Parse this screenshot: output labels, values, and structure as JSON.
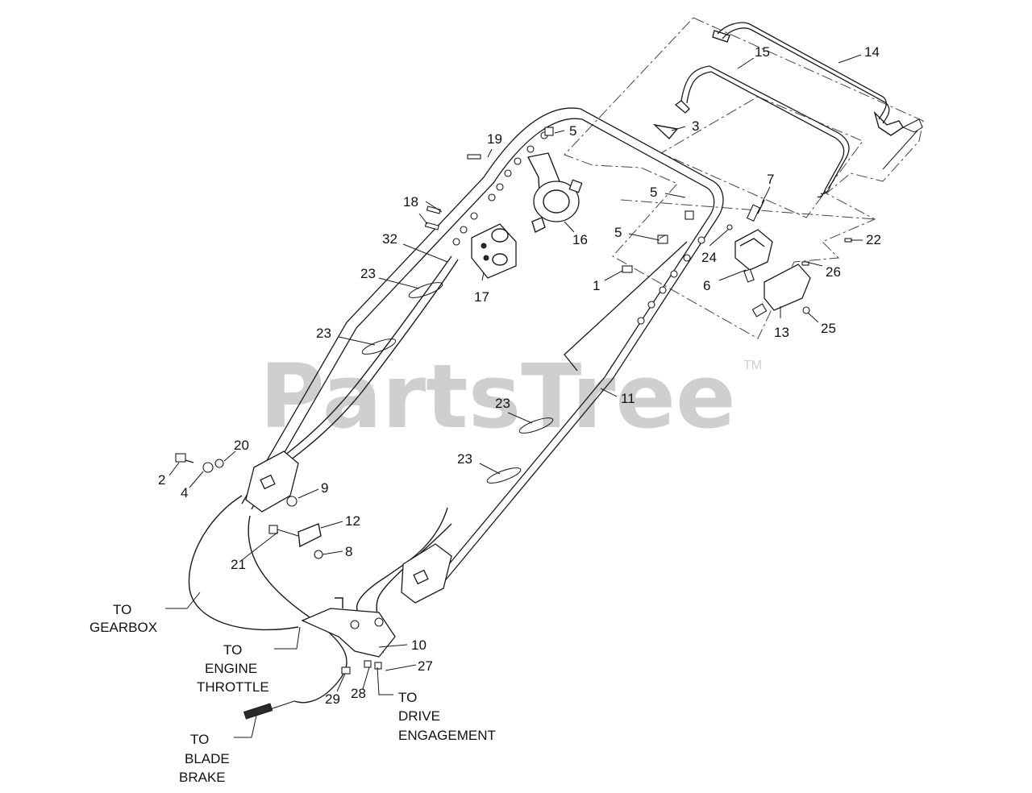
{
  "watermark": {
    "text": "PartsTree",
    "trademark": "TM"
  },
  "callouts": [
    {
      "id": "c1",
      "label": "1"
    },
    {
      "id": "c2",
      "label": "2"
    },
    {
      "id": "c3",
      "label": "3"
    },
    {
      "id": "c4",
      "label": "4"
    },
    {
      "id": "c5a",
      "label": "5"
    },
    {
      "id": "c5b",
      "label": "5"
    },
    {
      "id": "c5c",
      "label": "5"
    },
    {
      "id": "c6",
      "label": "6"
    },
    {
      "id": "c7",
      "label": "7"
    },
    {
      "id": "c8",
      "label": "8"
    },
    {
      "id": "c9",
      "label": "9"
    },
    {
      "id": "c10",
      "label": "10"
    },
    {
      "id": "c11",
      "label": "11"
    },
    {
      "id": "c12",
      "label": "12"
    },
    {
      "id": "c13",
      "label": "13"
    },
    {
      "id": "c14",
      "label": "14"
    },
    {
      "id": "c15",
      "label": "15"
    },
    {
      "id": "c16",
      "label": "16"
    },
    {
      "id": "c17",
      "label": "17"
    },
    {
      "id": "c18",
      "label": "18"
    },
    {
      "id": "c19",
      "label": "19"
    },
    {
      "id": "c20",
      "label": "20"
    },
    {
      "id": "c21",
      "label": "21"
    },
    {
      "id": "c22",
      "label": "22"
    },
    {
      "id": "c23a",
      "label": "23"
    },
    {
      "id": "c23b",
      "label": "23"
    },
    {
      "id": "c23c",
      "label": "23"
    },
    {
      "id": "c23d",
      "label": "23"
    },
    {
      "id": "c24",
      "label": "24"
    },
    {
      "id": "c25",
      "label": "25"
    },
    {
      "id": "c26",
      "label": "26"
    },
    {
      "id": "c27",
      "label": "27"
    },
    {
      "id": "c28",
      "label": "28"
    },
    {
      "id": "c29",
      "label": "29"
    },
    {
      "id": "c32",
      "label": "32"
    }
  ],
  "notes": {
    "gearbox": [
      "TO",
      "GEARBOX"
    ],
    "throttle": [
      "TO",
      "ENGINE",
      "THROTTLE"
    ],
    "drive": [
      "TO",
      "DRIVE",
      "ENGAGEMENT"
    ],
    "brake": [
      "TO",
      "BLADE",
      "BRAKE"
    ]
  }
}
